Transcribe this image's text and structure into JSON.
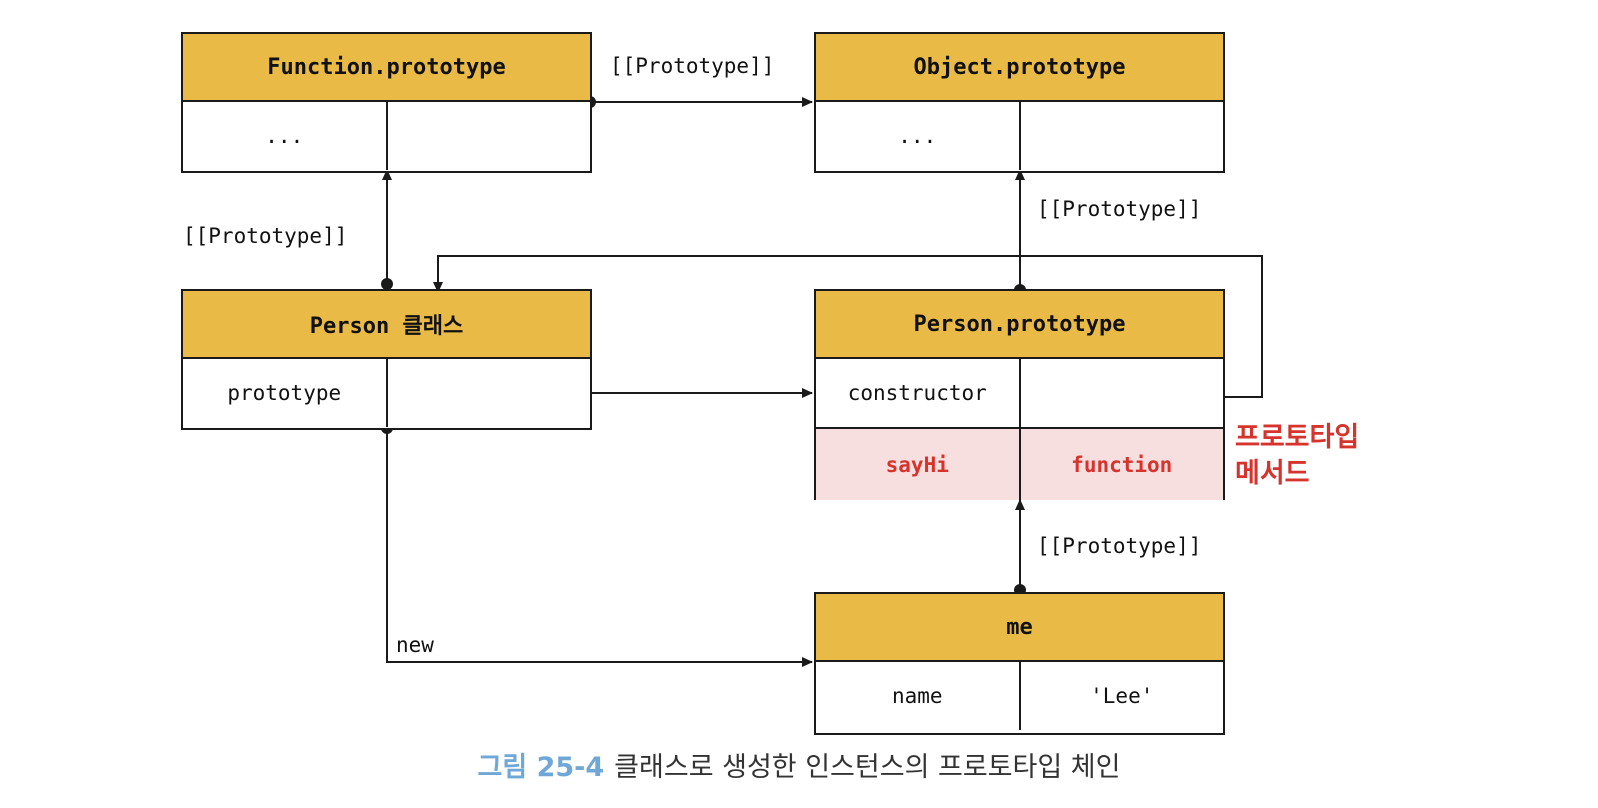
{
  "boxes": {
    "function_prototype": {
      "title": "Function.prototype",
      "rows": [
        [
          "...",
          ""
        ]
      ]
    },
    "object_prototype": {
      "title": "Object.prototype",
      "rows": [
        [
          "...",
          ""
        ]
      ]
    },
    "person_class": {
      "title": "Person 클래스",
      "rows": [
        [
          "prototype",
          ""
        ]
      ]
    },
    "person_prototype": {
      "title": "Person.prototype",
      "rows": [
        [
          "constructor",
          ""
        ],
        [
          "sayHi",
          "function"
        ]
      ]
    },
    "me": {
      "title": "me",
      "rows": [
        [
          "name",
          "'Lee'"
        ]
      ]
    }
  },
  "labels": {
    "proto_fn_to_obj": "[[Prototype]]",
    "proto_person_class": "[[Prototype]]",
    "proto_person_prototype": "[[Prototype]]",
    "proto_me": "[[Prototype]]",
    "new": "new"
  },
  "note": {
    "line1": "프로토타입",
    "line2": "메서드"
  },
  "caption": {
    "figure": "그림 25-4",
    "text": "클래스로 생성한 인스턴스의 프로토타입 체인"
  },
  "colors": {
    "header": "#e9bb46",
    "method_row": "#f7dfe0",
    "accent_red": "#d7332d",
    "caption_blue": "#6fa8d6"
  }
}
